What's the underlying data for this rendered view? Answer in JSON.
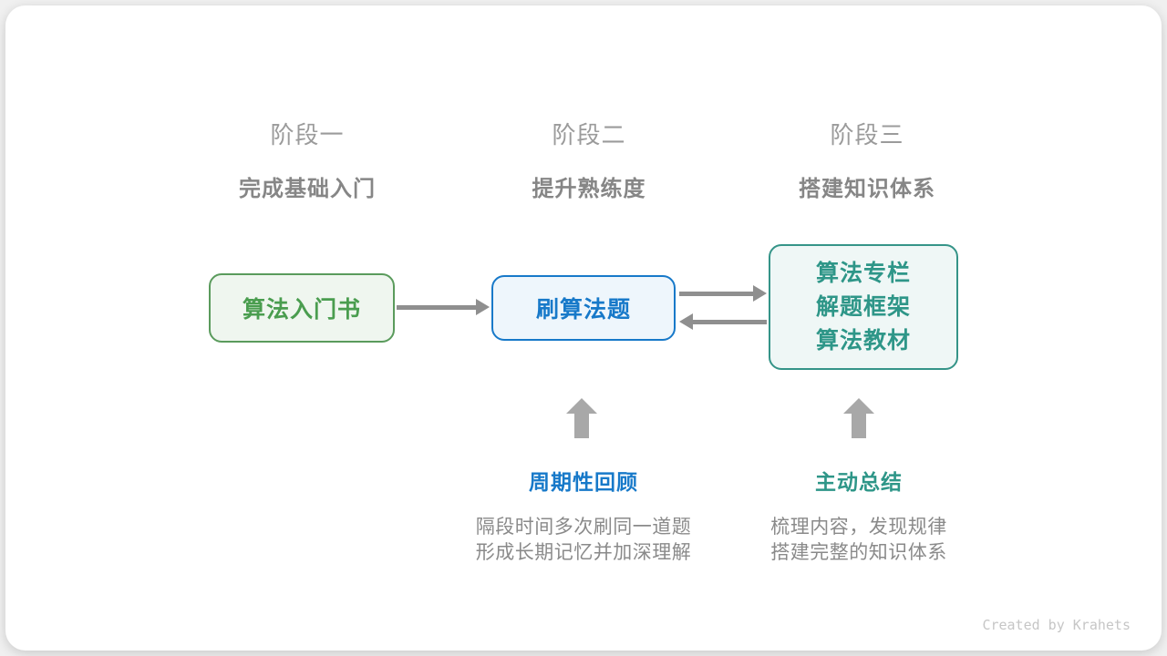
{
  "stages": [
    {
      "title": "阶段一",
      "subtitle": "完成基础入门"
    },
    {
      "title": "阶段二",
      "subtitle": "提升熟练度"
    },
    {
      "title": "阶段三",
      "subtitle": "搭建知识体系"
    }
  ],
  "boxes": {
    "stage1": {
      "label": "算法入门书",
      "border_color": "#5a9b5c",
      "bg_color": "#eff6ef",
      "text_color": "#4a9d4f"
    },
    "stage2": {
      "label": "刷算法题",
      "border_color": "#1779c9",
      "bg_color": "#eef6fc",
      "text_color": "#1779c9"
    },
    "stage3": {
      "lines": [
        "算法专栏",
        "解题框架",
        "算法教材"
      ],
      "border_color": "#359488",
      "bg_color": "#eff7f6",
      "text_color": "#2e9688"
    }
  },
  "annotations": [
    {
      "title": "周期性回顾",
      "title_color": "#1779c9",
      "lines": [
        "隔段时间多次刷同一道题",
        "形成长期记忆并加深理解"
      ]
    },
    {
      "title": "主动总结",
      "title_color": "#2e9688",
      "lines": [
        "梳理内容，发现规律",
        "搭建完整的知识体系"
      ]
    }
  ],
  "arrows": {
    "horizontal_color": "#8f8f8f",
    "up_color": "#a8a8a8"
  },
  "footer": {
    "credit": "Created by Krahets"
  }
}
